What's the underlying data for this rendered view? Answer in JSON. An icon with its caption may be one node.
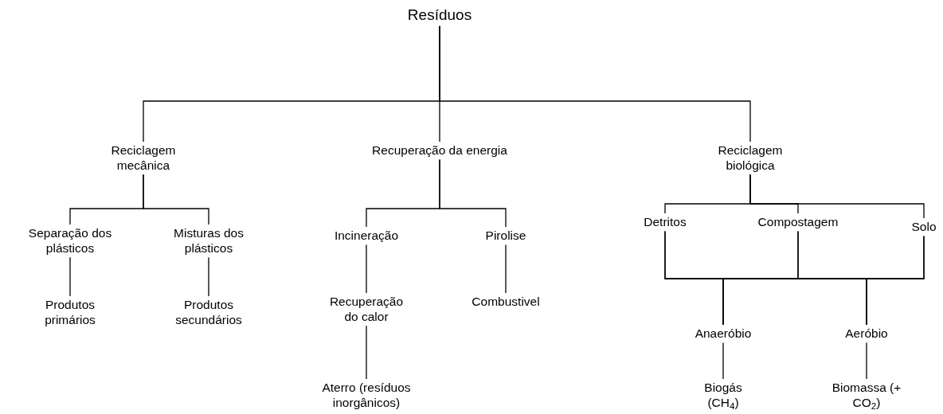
{
  "diagram": {
    "nodes": [
      {
        "text": [
          "Resíduos"
        ]
      },
      {
        "text": [
          "Reciclagem mecânica"
        ]
      },
      {
        "text": [
          "Recuperação da energia"
        ]
      },
      {
        "text": [
          "Reciclagem biológica"
        ]
      },
      {
        "text": [
          "Separação dos plásticos"
        ]
      },
      {
        "text": [
          "Misturas dos plásticos"
        ]
      },
      {
        "text": [
          "Produtos primários"
        ]
      },
      {
        "text": [
          "Produtos secundários"
        ]
      },
      {
        "text": [
          "Incineração"
        ]
      },
      {
        "text": [
          "Pirolise"
        ]
      },
      {
        "text": [
          "Recuperação do calor"
        ]
      },
      {
        "text": [
          "Combustivel"
        ]
      },
      {
        "text": [
          "Aterro (resíduos inorgânicos)"
        ]
      },
      {
        "text": [
          "Detritos"
        ]
      },
      {
        "text": [
          "Compostagem"
        ]
      },
      {
        "text": [
          "Solo"
        ]
      },
      {
        "text": [
          "Anaeróbio"
        ]
      },
      {
        "text": [
          "Aeróbio"
        ]
      },
      {
        "text": [
          "Biogás (CH$_{4}$)"
        ]
      },
      {
        "text": [
          "Biomassa (+ CO$_{2}$)"
        ]
      }
    ],
    "edges": [
      {
        "from": 0,
        "to": 1,
        "arrow": "none"
      },
      {
        "from": 0,
        "to": 2,
        "arrow": "none"
      },
      {
        "from": 0,
        "to": 3,
        "arrow": "none"
      },
      {
        "from": 1,
        "to": 4,
        "arrow": "none"
      },
      {
        "from": 1,
        "to": 5,
        "arrow": "none"
      },
      {
        "from": 4,
        "to": 6,
        "arrow": "none"
      },
      {
        "from": 5,
        "to": 7,
        "arrow": "none"
      },
      {
        "from": 2,
        "to": 8,
        "arrow": "none"
      },
      {
        "from": 2,
        "to": 9,
        "arrow": "none"
      },
      {
        "from": 8,
        "to": 10,
        "arrow": "none"
      },
      {
        "from": 10,
        "to": 12,
        "arrow": "none"
      },
      {
        "from": 9,
        "to": 11,
        "arrow": "none"
      },
      {
        "from": 3,
        "to": 13,
        "arrow": "none"
      },
      {
        "from": 3,
        "to": 14,
        "arrow": "none"
      },
      {
        "from": 3,
        "to": 15,
        "arrow": "none"
      },
      {
        "from": 13,
        "to": 16,
        "arrow": "none"
      },
      {
        "from": 14,
        "to": 16,
        "arrow": "none"
      },
      {
        "from": 15,
        "to": 16,
        "arrow": "none"
      },
      {
        "from": 13,
        "to": 17,
        "arrow": "none"
      },
      {
        "from": 14,
        "to": 17,
        "arrow": "none"
      },
      {
        "from": 15,
        "to": 17,
        "arrow": "none"
      },
      {
        "from": 16,
        "to": 18,
        "arrow": "none"
      },
      {
        "from": 17,
        "to": 19,
        "arrow": "none"
      }
    ]
  }
}
